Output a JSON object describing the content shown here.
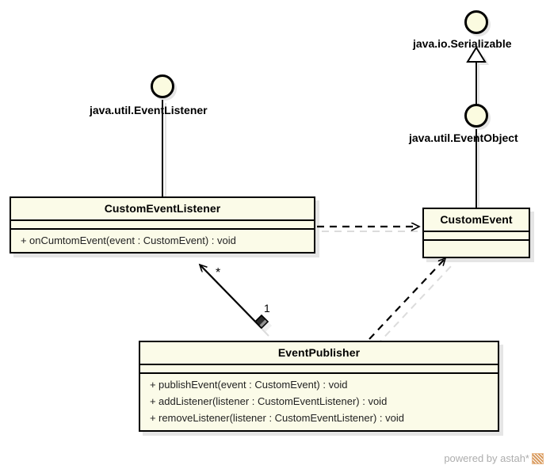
{
  "diagram": {
    "type": "uml-class-diagram",
    "background_color": "#ffffff",
    "class_fill_color": "#fbfbe8",
    "border_color": "#000000",
    "watermark": {
      "text": "powered by astah*",
      "logo_color": "#e8b787",
      "text_color": "#adadad"
    }
  },
  "interfaces": [
    {
      "id": "event-listener",
      "label": "java.util.EventListener",
      "shape": "lollipop"
    },
    {
      "id": "serializable",
      "label": "java.io.Serializable",
      "shape": "lollipop"
    },
    {
      "id": "event-object",
      "label": "java.util.EventObject",
      "shape": "lollipop"
    }
  ],
  "classes": [
    {
      "id": "custom-event-listener",
      "name": "CustomEventListener",
      "attributes": [],
      "operations": [
        {
          "visibility": "+",
          "signature": "onCumtomEvent(event : CustomEvent) : void"
        }
      ]
    },
    {
      "id": "custom-event",
      "name": "CustomEvent",
      "attributes": [],
      "operations": []
    },
    {
      "id": "event-publisher",
      "name": "EventPublisher",
      "attributes": [],
      "operations": [
        {
          "visibility": "+",
          "signature": "publishEvent(event : CustomEvent) : void"
        },
        {
          "visibility": "+",
          "signature": "addListener(listener : CustomEventListener) : void"
        },
        {
          "visibility": "+",
          "signature": "removeListener(listener : CustomEventListener) : void"
        }
      ]
    }
  ],
  "relationships": [
    {
      "id": "realization-listener",
      "kind": "realization-lollipop",
      "from": "CustomEventListener",
      "to": "java.util.EventListener",
      "line": "solid"
    },
    {
      "id": "generalization-serializable",
      "kind": "generalization",
      "from": "java.util.EventObject",
      "to": "java.io.Serializable",
      "line": "solid",
      "arrowhead": "hollow-triangle"
    },
    {
      "id": "realization-event-object",
      "kind": "realization-lollipop",
      "from": "CustomEvent",
      "to": "java.util.EventObject",
      "line": "solid"
    },
    {
      "id": "dependency-listener-event",
      "kind": "dependency",
      "from": "CustomEventListener",
      "to": "CustomEvent",
      "line": "dashed",
      "arrowhead": "open"
    },
    {
      "id": "dependency-publisher-event",
      "kind": "dependency",
      "from": "EventPublisher",
      "to": "CustomEvent",
      "line": "dashed",
      "arrowhead": "open"
    },
    {
      "id": "composition-publisher-listener",
      "kind": "composition",
      "from": "EventPublisher",
      "to": "CustomEventListener",
      "line": "solid",
      "arrowhead": "open",
      "source_multiplicity": "1",
      "target_multiplicity": "*"
    }
  ],
  "multiplicities": {
    "listener_end": "*",
    "publisher_end": "1"
  }
}
